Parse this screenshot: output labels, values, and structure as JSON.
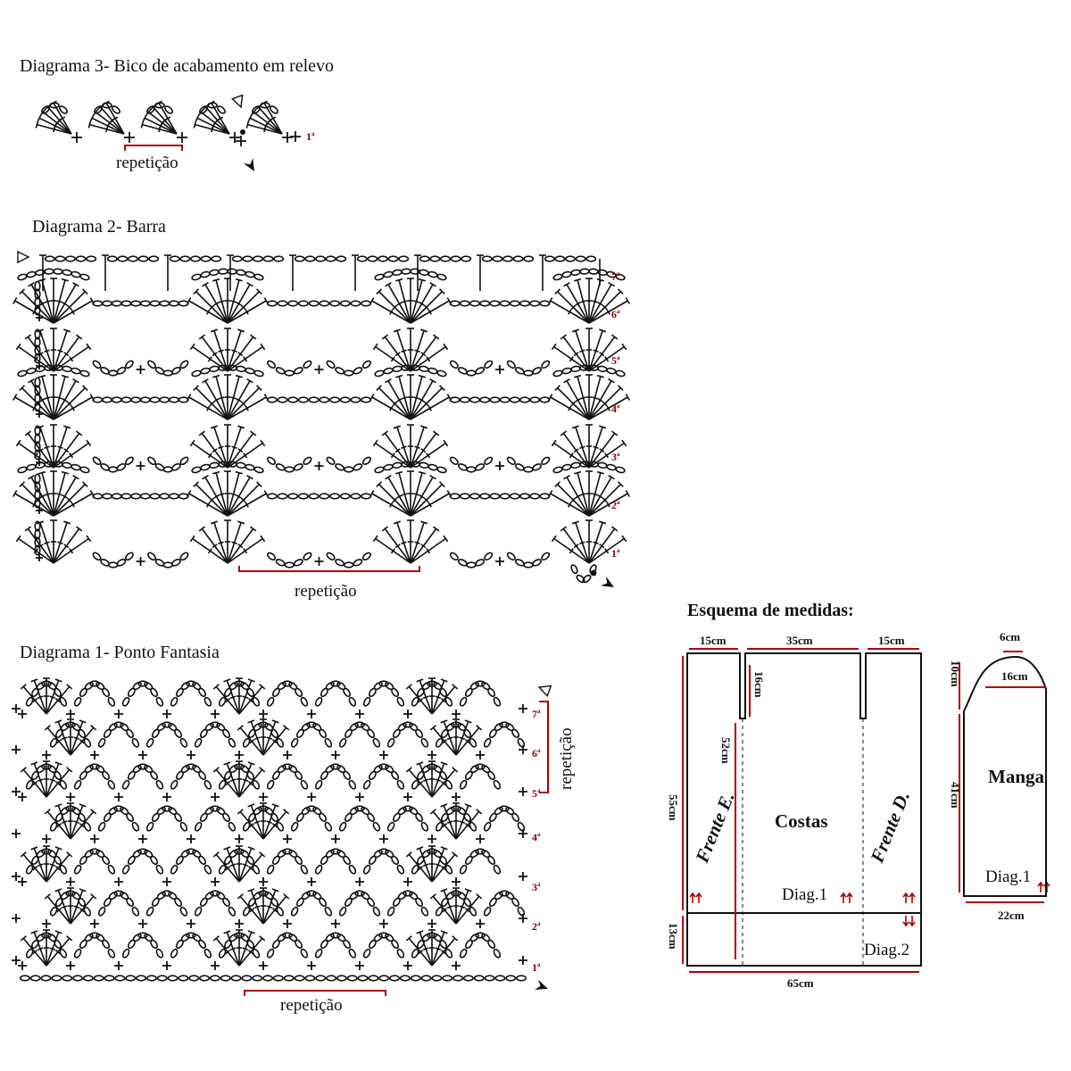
{
  "diagram3": {
    "title": "Diagrama 3- Bico de acabamento em relevo",
    "repeat_label": "repetição",
    "row_label": "1ª",
    "scallop_count": 5
  },
  "diagram2": {
    "title": "Diagrama 2- Barra",
    "repeat_label": "repetição",
    "rows": [
      "1ª",
      "2ª",
      "3ª",
      "4ª",
      "5ª",
      "6ª",
      "7ª"
    ]
  },
  "diagram1": {
    "title": "Diagrama 1- Ponto Fantasia",
    "repeat_label": "repetição",
    "side_repeat_label": "repetição",
    "rows": [
      "1ª",
      "2ª",
      "3ª",
      "4ª",
      "5ª",
      "6ª",
      "7ª"
    ]
  },
  "schema": {
    "title": "Esquema de medidas:",
    "body": {
      "top_left": "15cm",
      "top_center": "35cm",
      "top_right": "15cm",
      "neck_depth": "16cm",
      "front_diag": "52cm",
      "total_height": "55cm",
      "border_height": "13cm",
      "bottom_width": "65cm",
      "left_front": "Frente E.",
      "back": "Costas",
      "right_front": "Frente D.",
      "diag1": "Diag.1",
      "diag2": "Diag.2"
    },
    "sleeve": {
      "top": "6cm",
      "cap_width": "16cm",
      "cap_height": "10cm",
      "length": "41cm",
      "bottom": "22cm",
      "name": "Manga",
      "diag1": "Diag.1"
    },
    "arrow_color": "#b00000"
  },
  "colors": {
    "ink": "#111111",
    "accent": "#b00000"
  }
}
